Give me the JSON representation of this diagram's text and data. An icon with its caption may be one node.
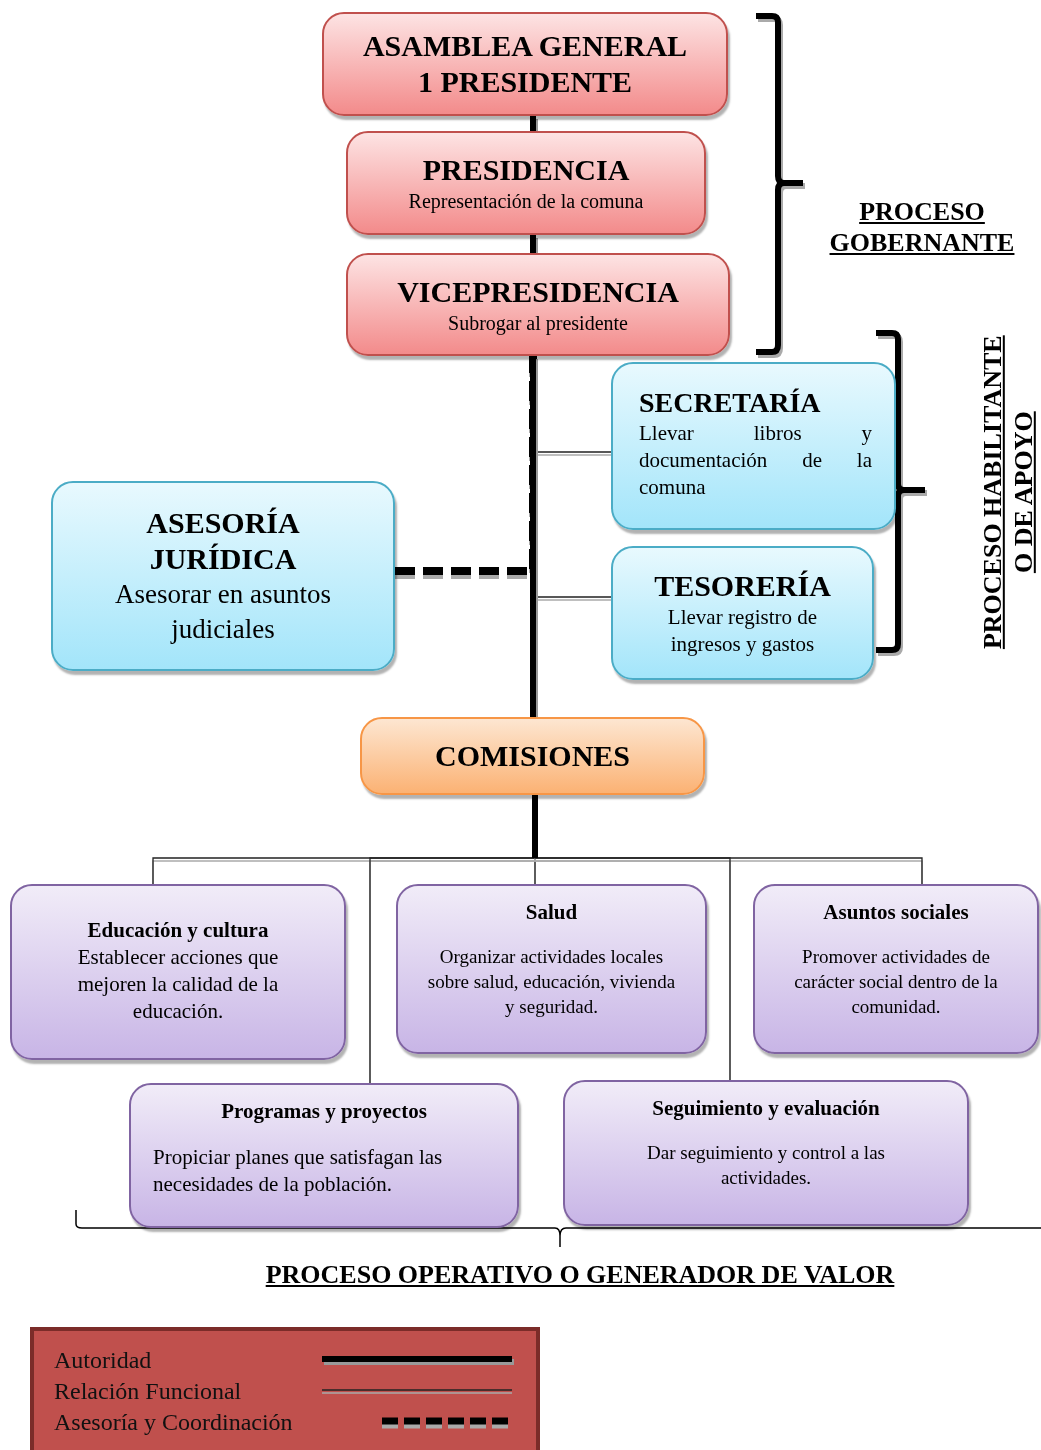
{
  "diagram": {
    "nodes": [
      {
        "text": [
          "ASAMBLEA GENERAL 1 PRESIDENTE"
        ]
      },
      {
        "text": [
          "PRESIDENCIA",
          "Representación de la comuna"
        ]
      },
      {
        "text": [
          "VICEPRESIDENCIA",
          "Subrogar al presidente"
        ]
      },
      {
        "text": [
          "SECRETARÍA",
          "Llevar libros y documentación de la comuna"
        ]
      },
      {
        "text": [
          "ASESORÍA JURÍDICA",
          "Asesorar en asuntos judiciales"
        ]
      },
      {
        "text": [
          "TESORERÍA",
          "Llevar registro de ingresos y gastos"
        ]
      },
      {
        "text": [
          "COMISIONES"
        ]
      },
      {
        "text": [
          "Educación y cultura",
          "Establecer acciones que mejoren la calidad de la educación."
        ]
      },
      {
        "text": [
          "Salud",
          "Organizar actividades locales sobre salud, educación, vivienda y seguridad."
        ]
      },
      {
        "text": [
          "Asuntos sociales",
          "Promover actividades de carácter social dentro de la comunidad."
        ]
      },
      {
        "text": [
          "Programas y proyectos",
          "Propiciar planes que satisfagan las necesidades de la población."
        ]
      },
      {
        "text": [
          "Seguimiento y evaluación",
          "Dar seguimiento y control a las actividades."
        ]
      }
    ],
    "edges": [
      {
        "from": 0,
        "to": 1,
        "arrow": "none",
        "style": "thick"
      },
      {
        "from": 1,
        "to": 2,
        "arrow": "none",
        "style": "thick"
      },
      {
        "from": 2,
        "to": 6,
        "arrow": "none",
        "style": "thick"
      },
      {
        "from": 2,
        "to": 3,
        "arrow": "none"
      },
      {
        "from": 2,
        "to": 5,
        "arrow": "none"
      },
      {
        "from": 4,
        "to": 2,
        "arrow": "none",
        "style": "dashed"
      },
      {
        "from": 6,
        "to": 7,
        "arrow": "none"
      },
      {
        "from": 6,
        "to": 8,
        "arrow": "none"
      },
      {
        "from": 6,
        "to": 9,
        "arrow": "none"
      },
      {
        "from": 6,
        "to": 10,
        "arrow": "none"
      },
      {
        "from": 6,
        "to": 11,
        "arrow": "none"
      }
    ],
    "labels": [
      "PROCESO GOBERNANTE",
      "PROCESO HABILITANTE O DE APOYO",
      "PROCESO OPERATIVO O GENERADOR DE VALOR"
    ],
    "legend": [
      {
        "text": "Autoridad"
      },
      {
        "text": "Relación Funcional"
      },
      {
        "text": "Asesoría y Coordinación"
      }
    ]
  }
}
